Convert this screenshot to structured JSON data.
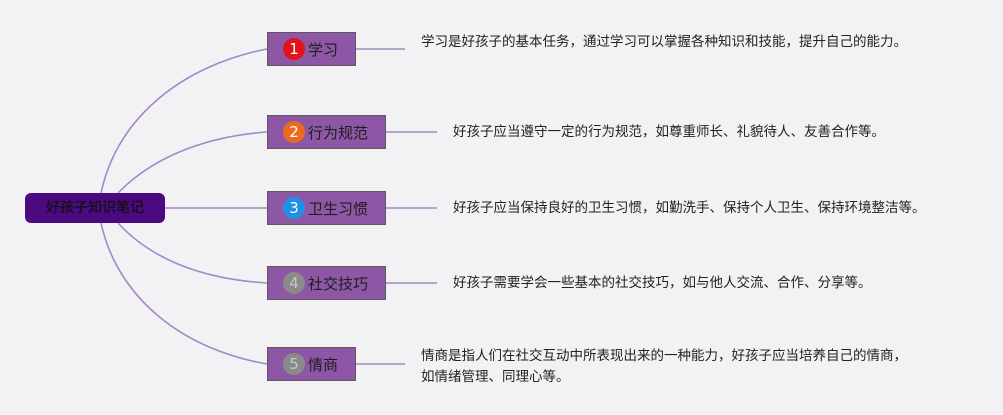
{
  "root": {
    "label": "好孩子知识笔记"
  },
  "branches": [
    {
      "num": "1",
      "num_color": "#e0141b",
      "label": "学习",
      "description": "学习是好孩子的基本任务，通过学习可以掌握各种知识和技能，提升自己的能力。"
    },
    {
      "num": "2",
      "num_color": "#ec6a1f",
      "label": "行为规范",
      "description": "好孩子应当遵守一定的行为规范，如尊重师长、礼貌待人、友善合作等。"
    },
    {
      "num": "3",
      "num_color": "#1e90e6",
      "label": "卫生习惯",
      "description": "好孩子应当保持良好的卫生习惯，如勤洗手、保持个人卫生、保持环境整洁等。"
    },
    {
      "num": "4",
      "num_color": "#8a8a8a",
      "label": "社交技巧",
      "description": "好孩子需要学会一些基本的社交技巧，如与他人交流、合作、分享等。"
    },
    {
      "num": "5",
      "num_color": "#8a8a8a",
      "label": "情商",
      "description": "情商是指人们在社交互动中所表现出来的一种能力，好孩子应当培养自己的情商，如情绪管理、同理心等。"
    }
  ],
  "colors": {
    "connector": "#a588c6",
    "root_fill": "#4b0a80",
    "branch_fill": "#8d57a6"
  }
}
